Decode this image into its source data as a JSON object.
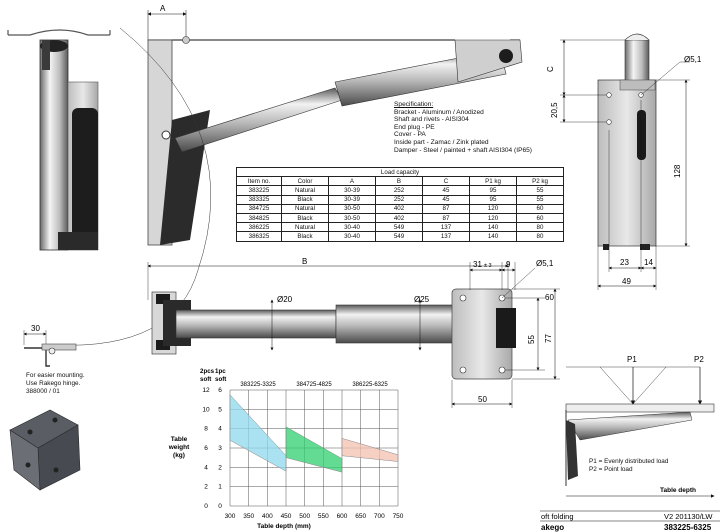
{
  "specification": {
    "title": "Specification:",
    "lines": [
      "Bracket - Aluminum / Anodized",
      "Shaft and rivets - AISI304",
      "End plug - PE",
      "Cover - PA",
      "Inside part - Zamac / Zink plated",
      "Damper - Steel / painted + shaft AISI304 (IP65)"
    ]
  },
  "load_table": {
    "caption": "Load capacity",
    "headers": [
      "Item no.",
      "Color",
      "A",
      "B",
      "C",
      "P1 kg",
      "P2 kg"
    ],
    "rows": [
      [
        "383225",
        "Natural",
        "30-39",
        "252",
        "45",
        "95",
        "55"
      ],
      [
        "383325",
        "Black",
        "30-39",
        "252",
        "45",
        "95",
        "55"
      ],
      [
        "384725",
        "Natural",
        "30-50",
        "402",
        "87",
        "120",
        "60"
      ],
      [
        "384825",
        "Black",
        "30-50",
        "402",
        "87",
        "120",
        "60"
      ],
      [
        "386225",
        "Natural",
        "30-40",
        "549",
        "137",
        "140",
        "80"
      ],
      [
        "386325",
        "Black",
        "30-40",
        "549",
        "137",
        "140",
        "80"
      ]
    ]
  },
  "dimensions": {
    "a": "A",
    "b": "B",
    "c": "C",
    "d20_5": "20,5",
    "d128": "128",
    "d23": "23",
    "d14": "14",
    "d49": "49",
    "hole_top": "Ø5,1",
    "hole_plate": "Ø5,1",
    "d31": "31",
    "d31_tol": "± 3",
    "d9": "9",
    "d60": "60",
    "d55": "55",
    "d77": "77",
    "d50": "50",
    "dia20": "Ø20",
    "dia25": "Ø25",
    "d30": "30"
  },
  "hinge_note": [
    "For easier mounting.",
    "Use Rakego hinge.",
    "388000 / 01"
  ],
  "chart_data": {
    "type": "area",
    "title": "",
    "xlabel": "Table depth (mm)",
    "ylabel": "Table weight (kg)",
    "x_ticks": [
      300,
      350,
      400,
      450,
      500,
      550,
      600,
      650,
      700,
      750
    ],
    "y_ticks_2pcs": [
      0,
      2,
      4,
      6,
      8,
      10,
      12
    ],
    "y_ticks_1pc": [
      0,
      1,
      2,
      3,
      4,
      5,
      6
    ],
    "y_axis_titles": [
      "2pcs soft",
      "1pc soft"
    ],
    "xlim": [
      300,
      750
    ],
    "ylim": [
      0,
      12
    ],
    "series": [
      {
        "name": "383225-3325",
        "color": "#8fd8ec",
        "x": [
          300,
          450
        ],
        "upper": [
          11.5,
          5.2
        ],
        "lower": [
          6.8,
          3.6
        ]
      },
      {
        "name": "384725-4825",
        "color": "#2fcf6e",
        "x": [
          450,
          600
        ],
        "upper": [
          8.2,
          4.9
        ],
        "lower": [
          5.0,
          3.5
        ]
      },
      {
        "name": "386225-6325",
        "color": "#f4c0b0",
        "x": [
          600,
          750
        ],
        "upper": [
          7.0,
          5.3
        ],
        "lower": [
          5.2,
          4.6
        ]
      }
    ]
  },
  "load_legend": {
    "p1": "P1",
    "p2": "P2",
    "line1": "P1 = Evenly distributed load",
    "line2": "P2 = Point load",
    "arrow_label": "Table depth"
  },
  "footer": {
    "left_title": "oft folding",
    "left_code": "akego",
    "version": "V2 201130/LW",
    "part_no": "383225-6325"
  },
  "colors": {
    "metal_light": "#e6e6e6",
    "metal_dark": "#8a8a8a",
    "black": "#1a1a1a"
  }
}
